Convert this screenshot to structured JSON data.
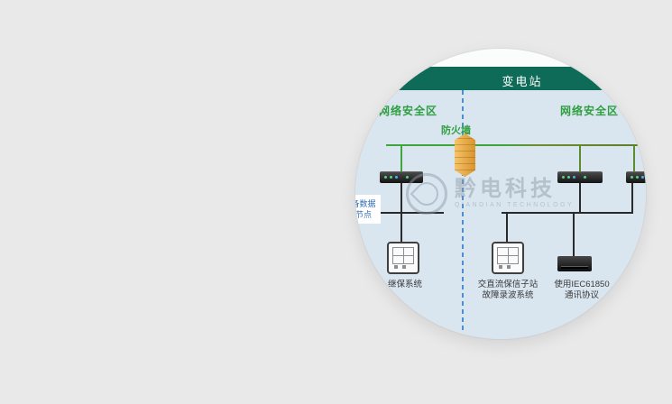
{
  "page": {
    "background": "#e9e9e9"
  },
  "diagram": {
    "title": "变电站",
    "zone_left": "网络安全区",
    "zone_right": "网络安全区",
    "firewall_label": "防火墙",
    "note": {
      "line1": "主设备数据",
      "line2": "接入节点"
    },
    "devices": {
      "left_label": "继保系统",
      "center_label1": "交直流保信子站",
      "center_label2": "故障录波系统",
      "right_label1": "使用IEC61850",
      "right_label2": "通讯协议"
    },
    "icons": {
      "firewall": "firewall-brick-icon",
      "switch": "network-switch-icon",
      "protection_panel": "protection-device-icon",
      "gateway": "gateway-box-icon"
    },
    "watermark": {
      "cn": "黔电科技",
      "en": "QIANDIAN TECHNOLOGY"
    },
    "colors": {
      "band": "#0e6b57",
      "zone_text": "#2f9e3f",
      "trunk_green": "#3fa63c",
      "boundary_dashed_blue": "#4b8ed2",
      "note_text": "#2f6db5",
      "diagram_bg": "#d9e6f0",
      "firewall_orange": "#e0a23c"
    }
  }
}
